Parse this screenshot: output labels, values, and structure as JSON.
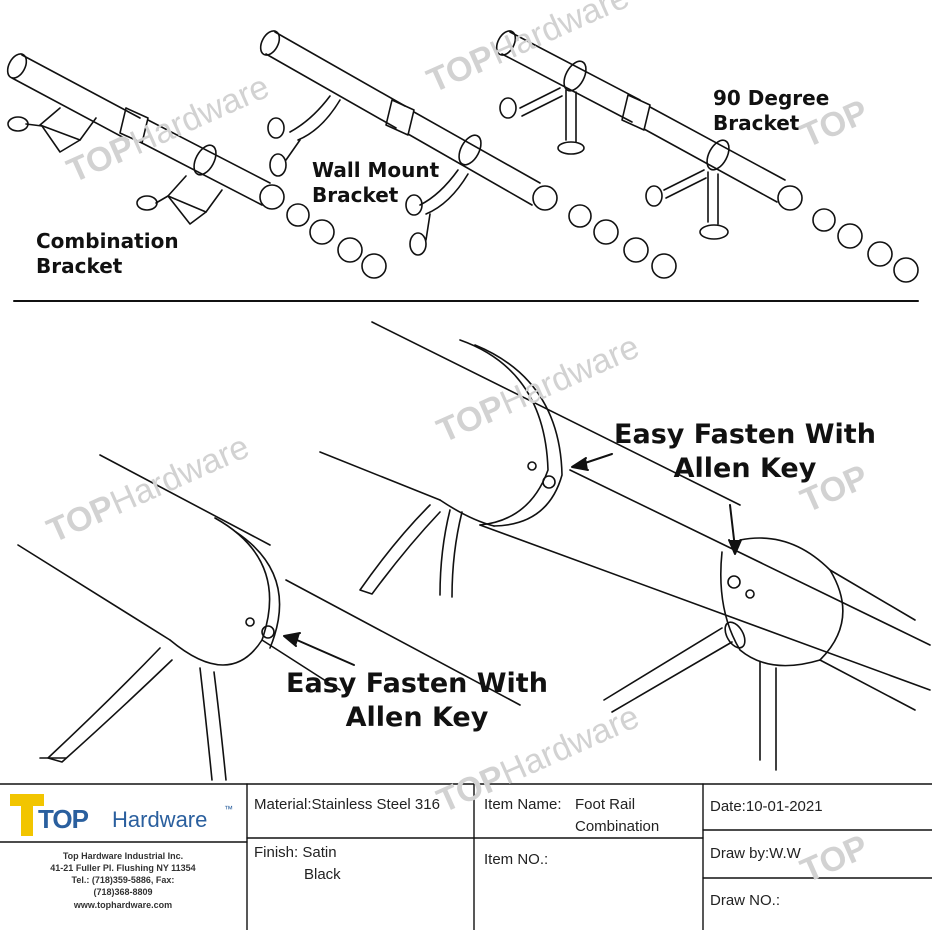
{
  "labels": {
    "combination": [
      "Combination",
      "Bracket"
    ],
    "wall_mount": [
      "Wall Mount",
      "Bracket"
    ],
    "ninety": [
      "90 Degree",
      "Bracket"
    ],
    "fasten_top": [
      "Easy Fasten With",
      "Allen Key"
    ],
    "fasten_bottom": [
      "Easy Fasten With",
      "Allen Key"
    ]
  },
  "watermark": {
    "brand_top": "TOP",
    "brand_rest": "Hardware",
    "tm": "™"
  },
  "title_block": {
    "logo_top": "TOP",
    "logo_hardware": "Hardware",
    "company": "Top Hardware Industrial Inc.",
    "address": "41-21 Fuller Pl. Flushing NY 11354",
    "phone": "Tel.: (718)359-5886,  Fax:",
    "fax": "(718)368-8809",
    "website": "www.tophardware.com",
    "material": "Material:Stainless Steel 316",
    "finish_label": "Finish: Satin",
    "finish_value": "Black",
    "item_name_label": "Item Name:",
    "item_name_1": "Foot Rail",
    "item_name_2": "Combination",
    "item_no": "Item NO.:",
    "date": "Date:10-01-2021",
    "draw_by": "Draw by:W.W",
    "draw_no": "Draw NO.:"
  },
  "colors": {
    "line": "#111111",
    "watermark": "#d2d2d2",
    "logo_yellow": "#f2c500",
    "logo_blue": "#2a5f9e"
  }
}
